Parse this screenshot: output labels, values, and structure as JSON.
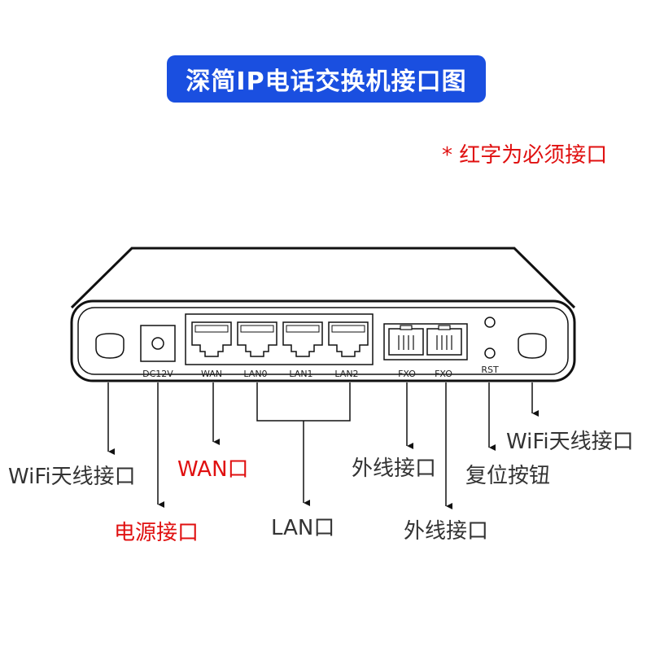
{
  "title": "深简IP电话交换机接口图",
  "note": "* 红字为必须接口",
  "panel_labels": {
    "dc": "DC12V",
    "wan": "WAN",
    "lan0": "LAN0",
    "lan1": "LAN1",
    "lan2": "LAN2",
    "fxo1": "FXO",
    "fxo2": "FXO",
    "rst": "RST"
  },
  "callouts": {
    "wifi_left": "WiFi天线接口",
    "power": "电源接口",
    "wan": "WAN口",
    "lan": "LAN口",
    "fxo1": "外线接口",
    "fxo2": "外线接口",
    "reset": "复位按钮",
    "wifi_right": "WiFi天线接口"
  },
  "colors": {
    "title_bg": "#1a4fe0",
    "required_text": "#e01010",
    "normal_text": "#333333"
  },
  "required_interfaces": [
    "电源接口",
    "WAN口"
  ]
}
